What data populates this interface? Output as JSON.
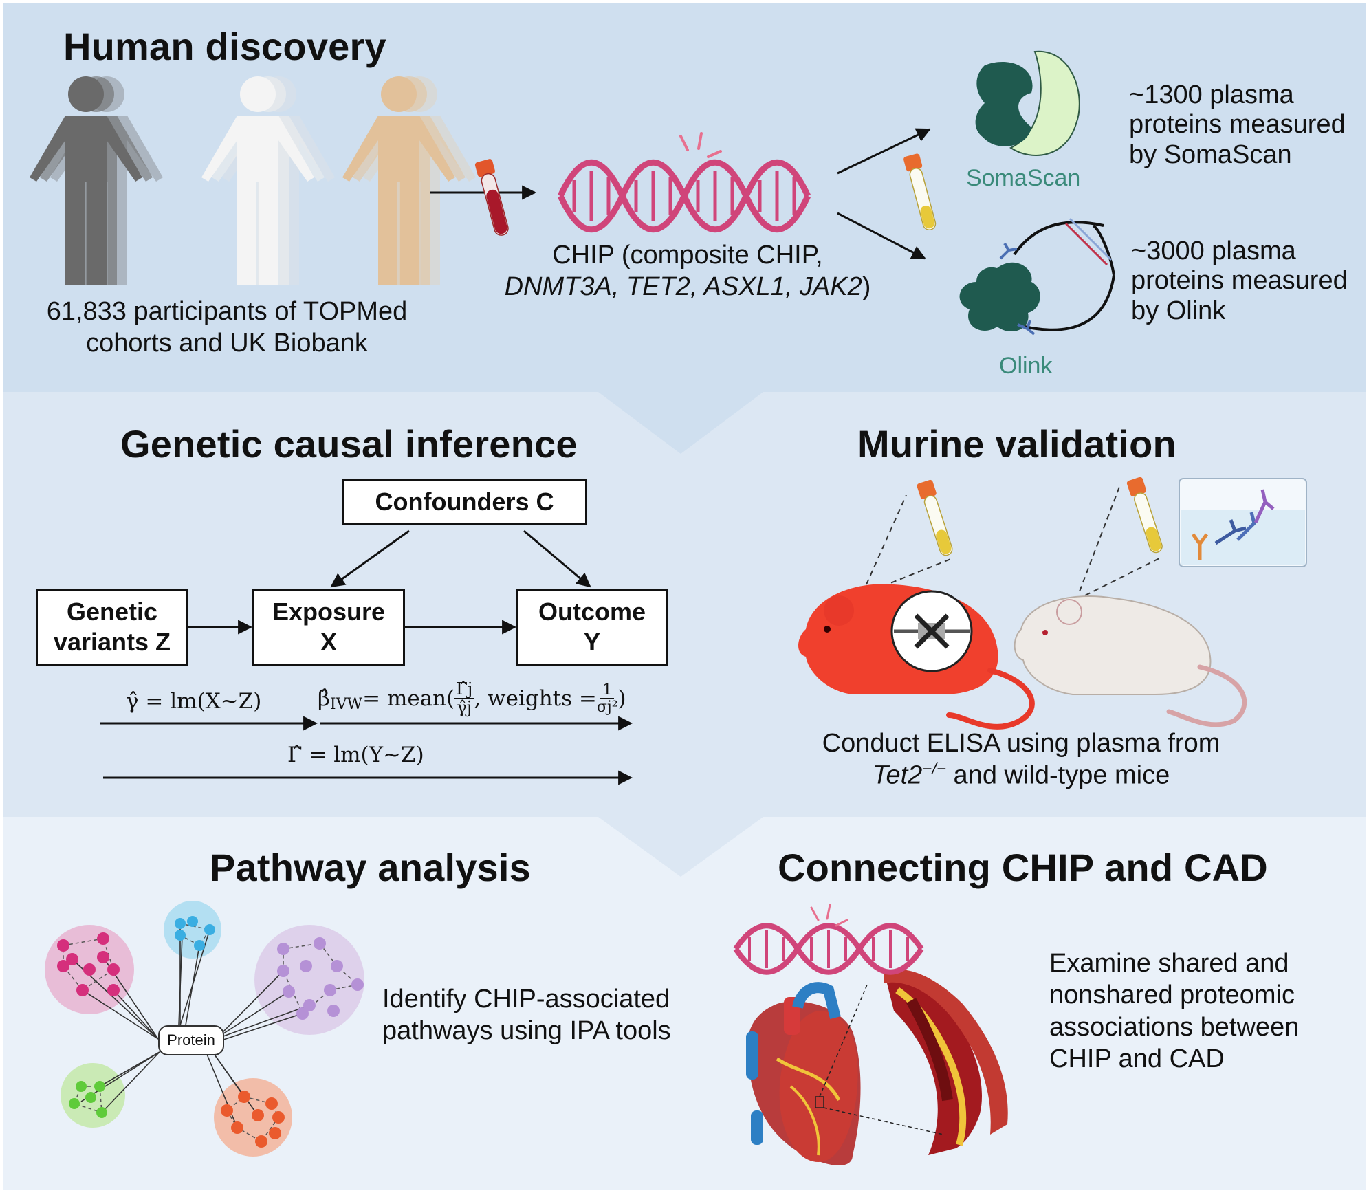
{
  "colors": {
    "panel_top": "#cfdfef",
    "panel_mid": "#dce7f3",
    "panel_bottom": "#eaf1f9",
    "dna_pink": "#d0457a",
    "protein_green": "#1f5a4f",
    "mouse_red": "#f0402d",
    "teal_label": "#3a8a7a"
  },
  "human_discovery": {
    "title": "Human discovery",
    "participants_line1": "61,833 participants of TOPMed",
    "participants_line2": "cohorts and UK Biobank",
    "chip_line1": "CHIP (composite CHIP,",
    "chip_genes": "DNMT3A, TET2, ASXL1, JAK2",
    "chip_close": ")",
    "somascan_label": "SomaScan",
    "somascan_desc": [
      "~1300 plasma",
      "proteins measured",
      "by SomaScan"
    ],
    "olink_label": "Olink",
    "olink_desc": [
      "~3000 plasma",
      "proteins measured",
      "by Olink"
    ]
  },
  "genetic_causal_inference": {
    "title": "Genetic causal inference",
    "confounders": "Confounders C",
    "genetic_line1": "Genetic",
    "genetic_line2": "variants Z",
    "exposure_line1": "Exposure",
    "exposure_line2": "X",
    "outcome_line1": "Outcome",
    "outcome_line2": "Y",
    "eq_gamma": "γ̂ = lm(X~Z)",
    "eq_beta_prefix": "β̂",
    "eq_beta_sub": "IVW",
    "eq_beta_mean": " = mean(",
    "eq_beta_num": "Γ̂j",
    "eq_beta_den": "γ̂j",
    "eq_beta_weights": ", weights = ",
    "eq_w_num": "1",
    "eq_w_den": "σj²",
    "eq_beta_close": ")",
    "eq_Gamma": "Γ̂ = lm(Y~Z)"
  },
  "murine_validation": {
    "title": "Murine validation",
    "desc_line1": "Conduct ELISA using plasma from",
    "desc_gene": "Tet2",
    "desc_sup": "−/−",
    "desc_rest": " and wild-type mice"
  },
  "pathway_analysis": {
    "title": "Pathway analysis",
    "protein_label": "Protein",
    "desc_line1": "Identify CHIP-associated",
    "desc_line2": "pathways using IPA tools"
  },
  "connecting": {
    "title": "Connecting CHIP and CAD",
    "desc": [
      "Examine shared and",
      "nonshared proteomic",
      "associations between",
      "CHIP and CAD"
    ]
  }
}
